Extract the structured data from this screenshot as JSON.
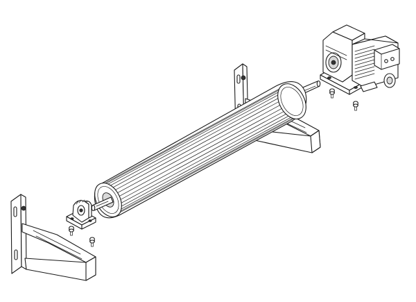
{
  "diagram": {
    "type": "exploded-assembly-drawing",
    "components": [
      "motor-gearbox",
      "drive-shaft",
      "fluted-roller",
      "pillow-block-bearing",
      "right-wall-bracket",
      "left-wall-bracket",
      "mounting-bolt"
    ],
    "bolt_count": 4,
    "roller_flute_count": 14,
    "colors": {
      "line": "#1a1a1a",
      "fill": "#ffffff",
      "shade": "#d9d9d9"
    }
  }
}
